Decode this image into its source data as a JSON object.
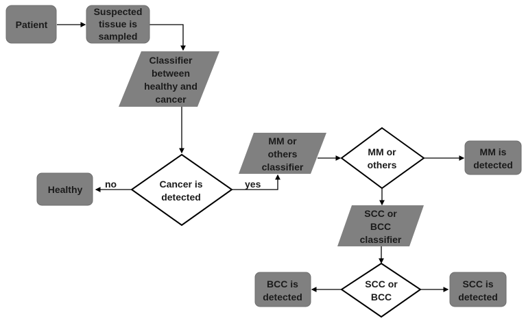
{
  "nodes": {
    "patient": "Patient",
    "sampled": [
      "Suspected",
      "tissue is",
      "sampled"
    ],
    "classifier1": [
      "Classifier",
      "between",
      "healthy and",
      "cancer"
    ],
    "cancer_decision": [
      "Cancer is",
      "detected"
    ],
    "healthy": "Healthy",
    "mm_classifier": [
      "MM or",
      "others",
      "classifier"
    ],
    "mm_decision": [
      "MM or",
      "others"
    ],
    "mm_detected": [
      "MM is",
      "detected"
    ],
    "scc_bcc_classifier": [
      "SCC or",
      "BCC",
      "classifier"
    ],
    "scc_bcc_decision": [
      "SCC or",
      "BCC"
    ],
    "bcc_detected": [
      "BCC is",
      "detected"
    ],
    "scc_detected": [
      "SCC is",
      "detected"
    ]
  },
  "edges": {
    "no": "no",
    "yes": "yes"
  },
  "colors": {
    "process_fill": "#808080",
    "decision_fill": "#ffffff",
    "line": "#000000"
  }
}
